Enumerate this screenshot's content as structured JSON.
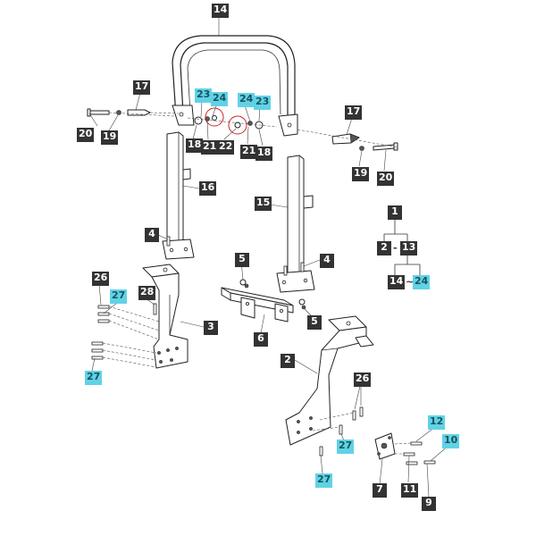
{
  "callouts": {
    "c14_top": "14",
    "c17_left": "17",
    "c23_left": "23",
    "c24_left": "24",
    "c24_right": "24",
    "c23_right": "23",
    "c17_right": "17",
    "c20_left": "20",
    "c19_left": "19",
    "c18_left": "18",
    "c21_left": "21",
    "c22": "22",
    "c21_right": "21",
    "c18_right": "18",
    "c19_right": "19",
    "c20_right": "20",
    "c16": "16",
    "c15": "15",
    "c4_left": "4",
    "c5_top": "5",
    "c4_right": "4",
    "c26_left": "26",
    "c27_a": "27",
    "c28": "28",
    "c3": "3",
    "c5_bottom": "5",
    "c6": "6",
    "c27_b": "27",
    "c2": "2",
    "c26_right": "26",
    "c27_c": "27",
    "c27_d": "27",
    "c12": "12",
    "c10": "10",
    "c7": "7",
    "c11": "11",
    "c9": "9"
  },
  "legend": {
    "top": "1",
    "mid_left": "2",
    "mid_sep": "-",
    "mid_right": "13",
    "bot_left": "14",
    "bot_sep": "~",
    "bot_right": "24"
  },
  "colors": {
    "callout_dark": "#333333",
    "callout_cyan": "#61d2e6",
    "highlight_ring": "#d02020"
  }
}
